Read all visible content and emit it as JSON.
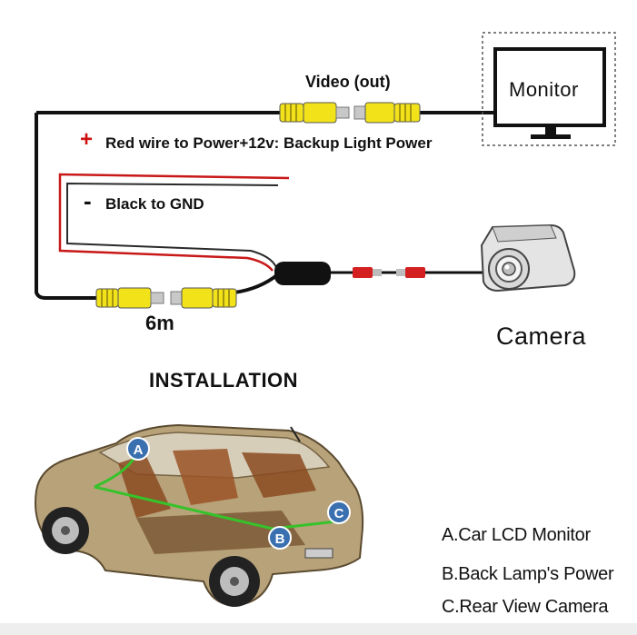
{
  "labels": {
    "video_out": "Video (out)",
    "red_wire": "Red wire to Power+12v: Backup Light Power",
    "red_sign": "+",
    "black_wire": "Black to GND",
    "black_sign": "-",
    "cable_length": "6m",
    "monitor": "Monitor",
    "camera": "Camera",
    "installation": "INSTALLATION"
  },
  "markers": [
    "A",
    "B",
    "C"
  ],
  "legend": [
    "A.Car LCD Monitor",
    "B.Back Lamp's Power",
    "C.Rear View Camera"
  ],
  "colors": {
    "wire_black": "#111111",
    "wire_red": "#c81818",
    "rca_yellow": "#f2e21a",
    "connector_red": "#d42020",
    "marker_blue": "#3a6fb0",
    "route_green": "#36c22a",
    "car_body": "#b8a27a"
  },
  "icons": {
    "monitor": "monitor-icon",
    "camera": "camera-icon",
    "car": "car-cutaway-illustration"
  }
}
